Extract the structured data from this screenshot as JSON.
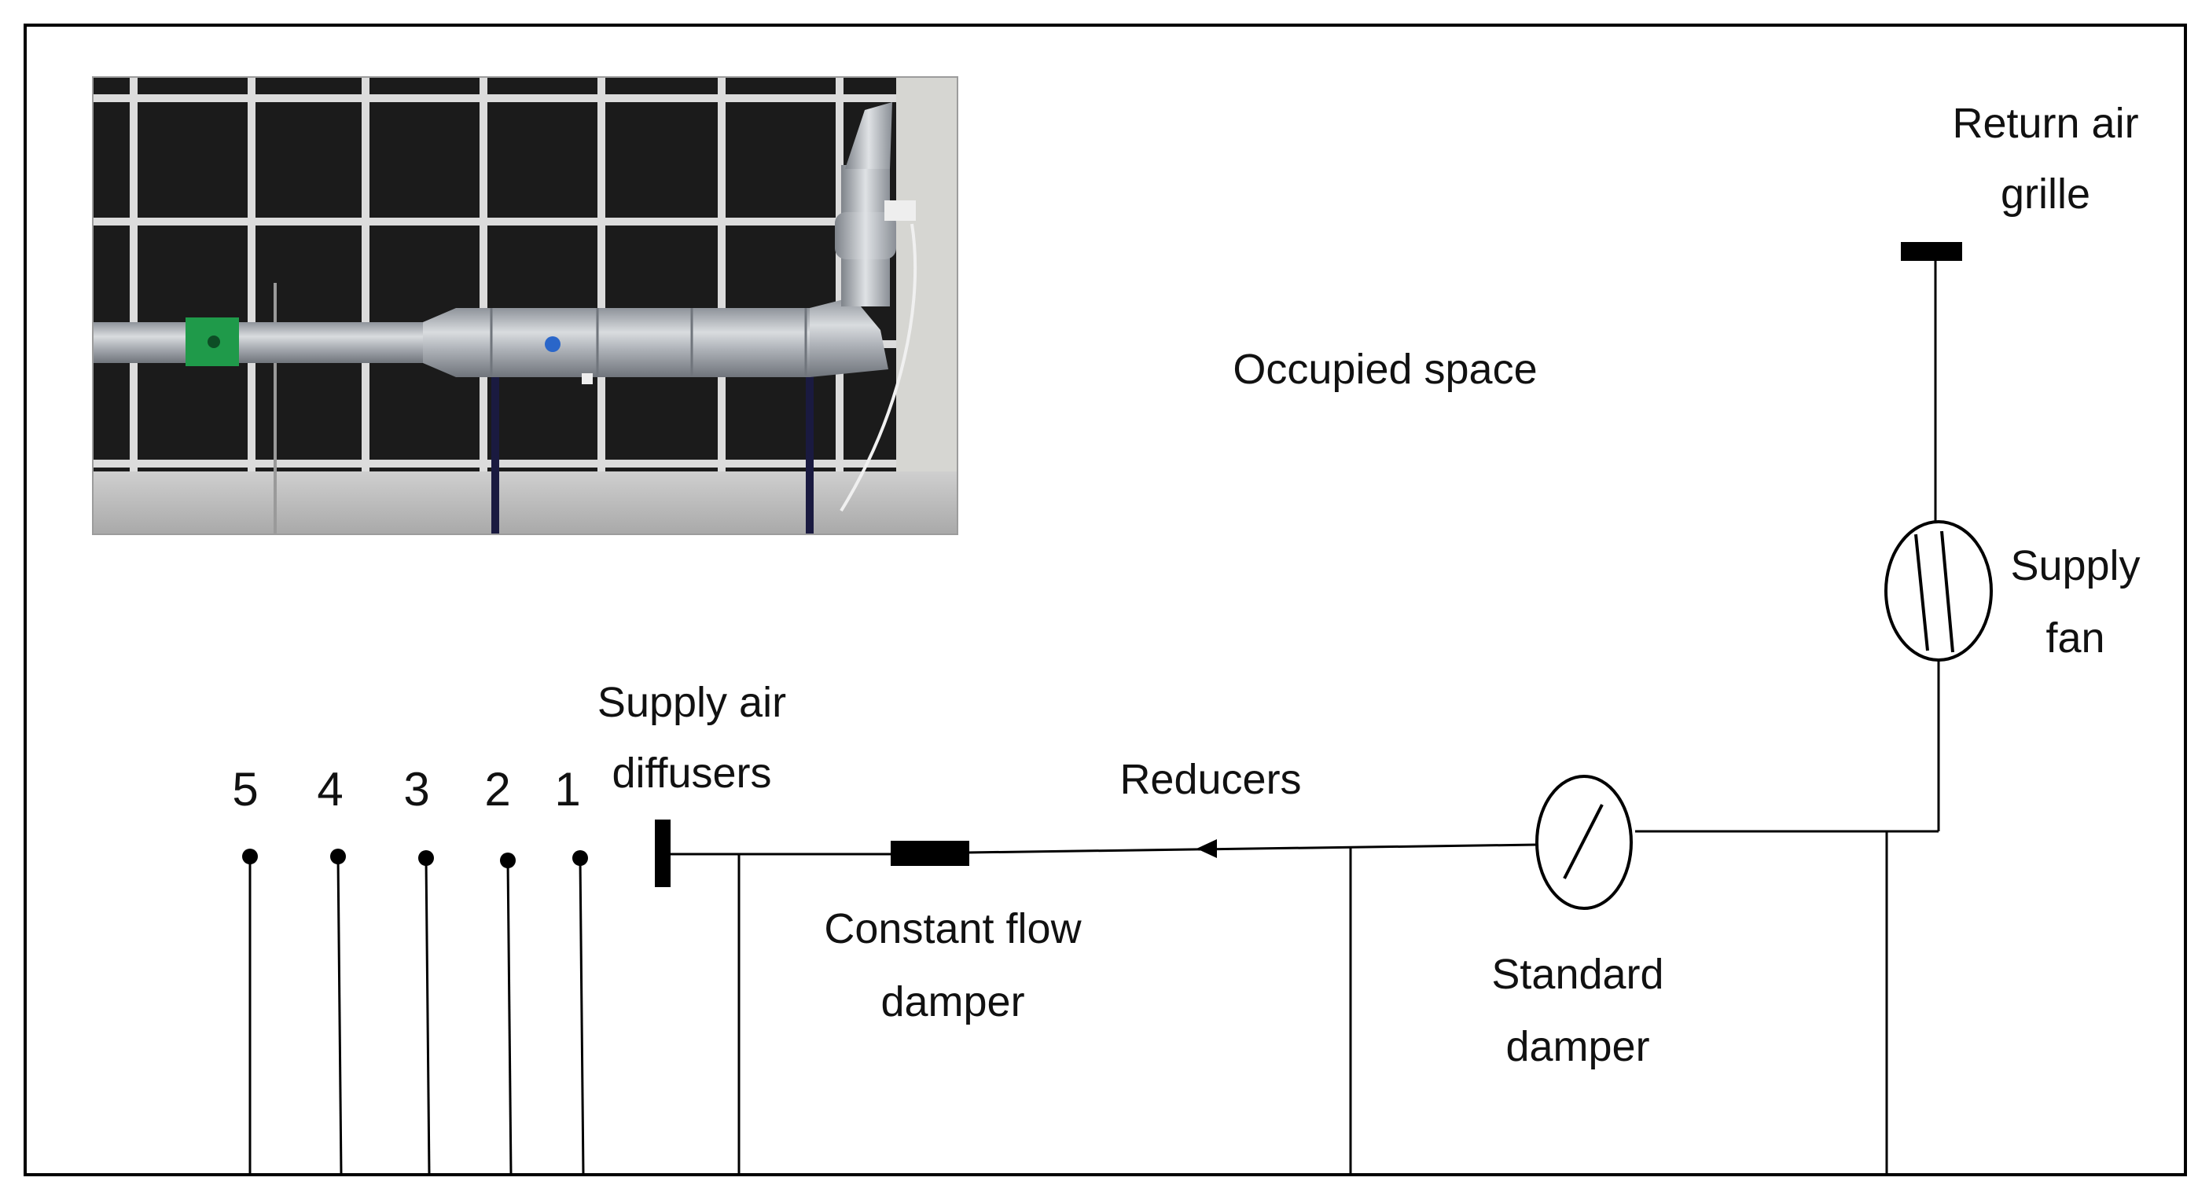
{
  "labels": {
    "return_air_grille_line1": "Return air",
    "return_air_grille_line2": "grille",
    "occupied_space": "Occupied space",
    "supply_fan_line1": "Supply",
    "supply_fan_line2": "fan",
    "supply_air_diffusers_line1": "Supply air",
    "supply_air_diffusers_line2": "diffusers",
    "reducers": "Reducers",
    "constant_flow_damper_line1": "Constant flow",
    "constant_flow_damper_line2": "damper",
    "standard_damper_line1": "Standard",
    "standard_damper_line2": "damper"
  },
  "measurement_points": [
    "5",
    "4",
    "3",
    "2",
    "1"
  ],
  "colors": {
    "line": "#000000",
    "text": "#111111",
    "photo_wall": "#1b1b1b",
    "photo_grid": "#dcdcdc",
    "duct": "#b8bcc2",
    "damper_green": "#1f9a4a"
  }
}
